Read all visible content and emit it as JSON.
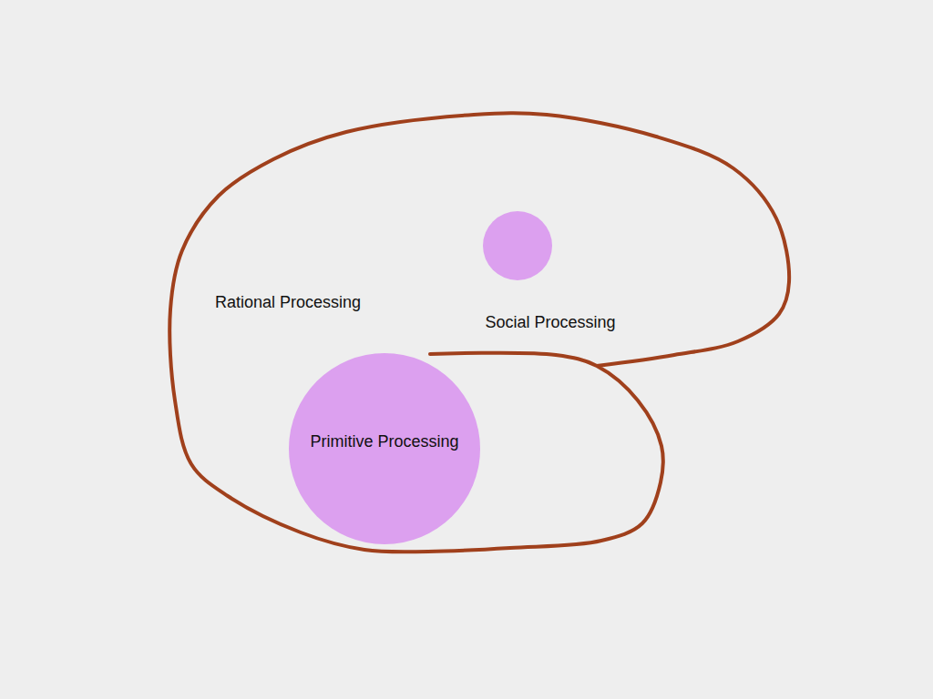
{
  "diagram": {
    "nodes": [
      {
        "text": [
          "Rational Processing",
          "Social Processing"
        ]
      },
      {
        "text": [
          "Primitive Processing"
        ],
        "in": 0
      }
    ]
  }
}
